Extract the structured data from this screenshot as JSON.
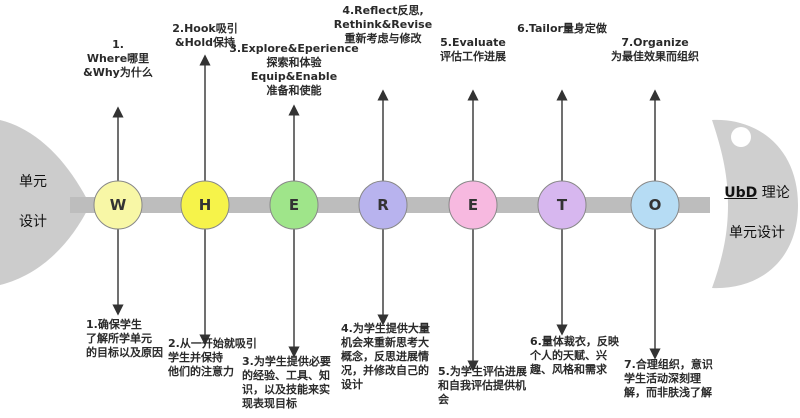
{
  "tail": {
    "line1": "单元",
    "line2": "设计"
  },
  "head": {
    "acronym": "UbD",
    "rest": " 理论",
    "line2": "单元设计"
  },
  "stages": [
    {
      "letter": "W",
      "color": "#f8f7a6",
      "top": "1.\nWhere哪里\n&Why为什么",
      "bottom": "1.确保学生\n了解所学单元\n的目标以及原因"
    },
    {
      "letter": "H",
      "color": "#f6f34a",
      "top": "2.Hook吸引\n&Hold保持",
      "bottom": "2.从一开始就吸引\n学生并保持\n他们的注意力"
    },
    {
      "letter": "E",
      "color": "#9fe58a",
      "top": "3.Explore&Eperience\n探索和体验\nEquip&Enable\n准备和使能",
      "bottom": "3.为学生提供必要\n的经验、工具、知\n识，以及技能来实\n现表现目标"
    },
    {
      "letter": "R",
      "color": "#b8b3ee",
      "top": "4.Reflect反思,\nRethink&Revise\n重新考虑与修改",
      "bottom": "4.为学生提供大量\n机会来重新思考大\n概念，反思进展情\n况，并修改自己的\n设计"
    },
    {
      "letter": "E",
      "color": "#f7b9e0",
      "top": "5.Evaluate\n评估工作进展",
      "bottom": "5.为学生评估进展\n和自我评估提供机\n会"
    },
    {
      "letter": "T",
      "color": "#d7b7ef",
      "top": "6.Tailor量身定做",
      "bottom": "6.量体裁衣，反映\n个人的天赋、兴\n趣、风格和需求"
    },
    {
      "letter": "O",
      "color": "#b6dcf4",
      "top": "7.Organize\n为最佳效果而组织",
      "bottom": "7.合理组织，意识\n学生活动深刻理\n解，而非肤浅了解"
    }
  ]
}
